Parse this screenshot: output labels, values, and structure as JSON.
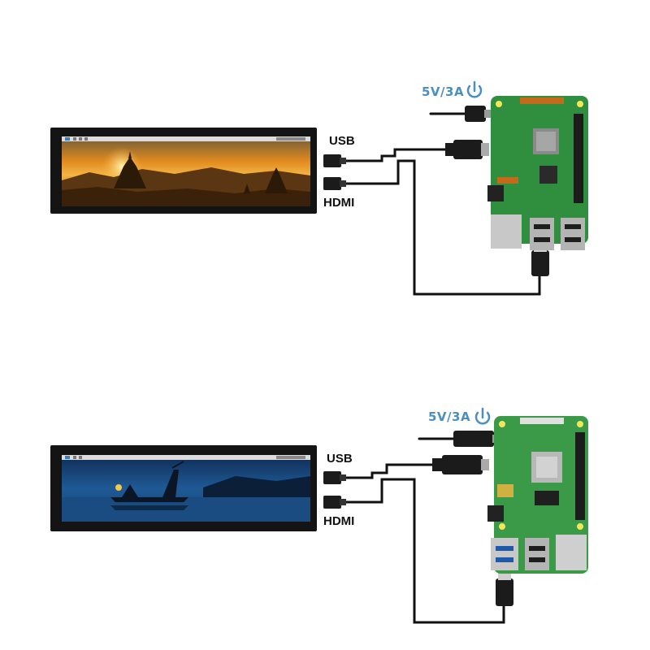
{
  "colors": {
    "power_label": "#4a8fc2",
    "pcb_green": "#2f8f3e",
    "cable": "#111111",
    "bezel": "#141414"
  },
  "setups": [
    {
      "usb_label": "USB",
      "hdmi_label": "HDMI",
      "power_label": "5V/3A",
      "power_icon": "power-icon",
      "board": "raspberry-pi-3",
      "screen_image": "sunset-temples"
    },
    {
      "usb_label": "USB",
      "hdmi_label": "HDMI",
      "power_label": "5V/3A",
      "power_icon": "power-icon",
      "board": "raspberry-pi-4",
      "screen_image": "night-fisherman-lake"
    }
  ]
}
